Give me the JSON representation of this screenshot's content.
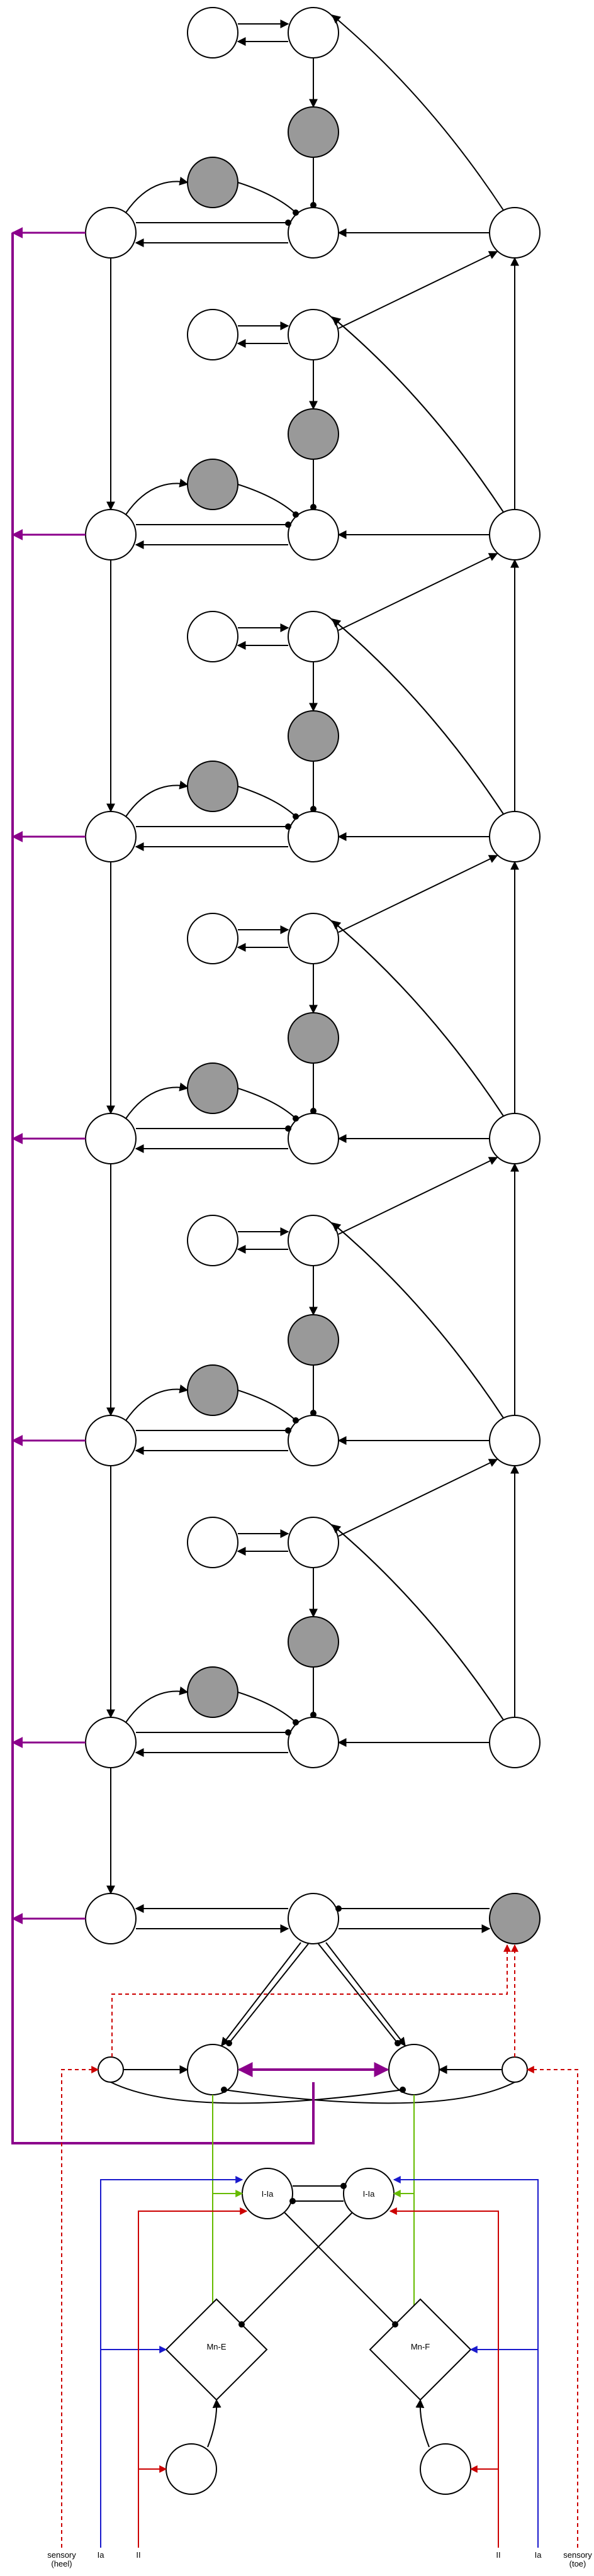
{
  "labels": {
    "interneuron_left": "I-Ia",
    "interneuron_right": "I-Ia",
    "motor_extensor": "Mn-E",
    "motor_flexor": "Mn-F",
    "input_sensory_heel": "sensory\n(heel)",
    "input_ia_left": "Ia",
    "input_ii_left": "II",
    "input_ii_right": "II",
    "input_ia_right": "Ia",
    "input_sensory_toe": "sensory\n(toe)"
  },
  "colors": {
    "neuron_stroke": "#000000",
    "neuron_fill": "#ffffff",
    "neuron_fill_grey": "#999999",
    "descending_purple": "#8b008b",
    "ia_blue": "#1a1acc",
    "ii_red": "#cc0000",
    "green": "#66bb00",
    "sensory_dashed": "#cc0000"
  },
  "network": {
    "module_count": 6,
    "has_final_module": true
  }
}
